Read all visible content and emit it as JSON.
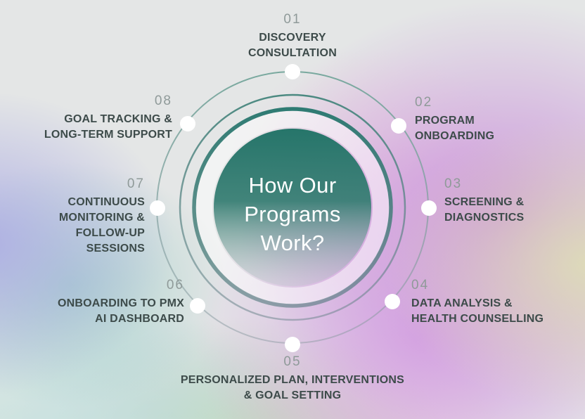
{
  "center": {
    "lines": [
      "How Our",
      "Programs",
      "Work?"
    ]
  },
  "steps": [
    {
      "number": "01",
      "lines": [
        "DISCOVERY",
        "CONSULTATION"
      ]
    },
    {
      "number": "02",
      "lines": [
        "PROGRAM",
        "ONBOARDING"
      ]
    },
    {
      "number": "03",
      "lines": [
        "SCREENING &",
        "DIAGNOSTICS"
      ]
    },
    {
      "number": "04",
      "lines": [
        "DATA ANALYSIS &",
        "HEALTH COUNSELLING"
      ]
    },
    {
      "number": "05",
      "lines": [
        "PERSONALIZED PLAN, INTERVENTIONS",
        "& GOAL SETTING"
      ]
    },
    {
      "number": "06",
      "lines": [
        "ONBOARDING TO PMX",
        "AI DASHBOARD"
      ]
    },
    {
      "number": "07",
      "lines": [
        "CONTINUOUS",
        "MONITORING &",
        "FOLLOW-UP",
        "SESSIONS"
      ]
    },
    {
      "number": "08",
      "lines": [
        "GOAL TRACKING &",
        "LONG-TERM SUPPORT"
      ]
    }
  ],
  "colors": {
    "accent_teal": "#1f756a",
    "title_text": "#3d4b4a",
    "number_text": "#8f9a99",
    "center_text": "#ffffff",
    "dot": "#ffffff",
    "background_base": "#e4e6e6",
    "blob_purple": "#cb92db",
    "blob_lavender": "#acace4",
    "blob_mint": "#c6e2de",
    "blob_green": "#bad8b0"
  }
}
